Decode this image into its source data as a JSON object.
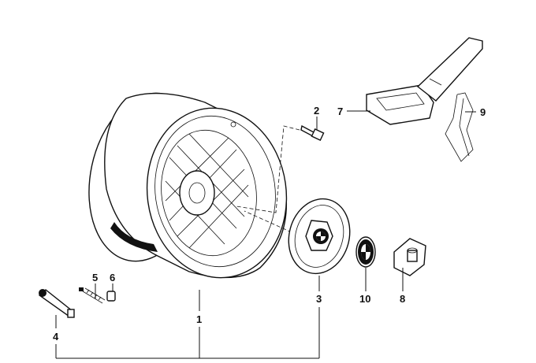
{
  "diagram": {
    "type": "exploded-parts-diagram",
    "subject": "wheel",
    "callouts": [
      {
        "id": "1",
        "label": "1"
      },
      {
        "id": "2",
        "label": "2"
      },
      {
        "id": "3",
        "label": "3"
      },
      {
        "id": "4",
        "label": "4"
      },
      {
        "id": "5",
        "label": "5"
      },
      {
        "id": "6",
        "label": "6"
      },
      {
        "id": "7",
        "label": "7"
      },
      {
        "id": "8",
        "label": "8"
      },
      {
        "id": "9",
        "label": "9"
      },
      {
        "id": "10",
        "label": "10"
      }
    ]
  }
}
